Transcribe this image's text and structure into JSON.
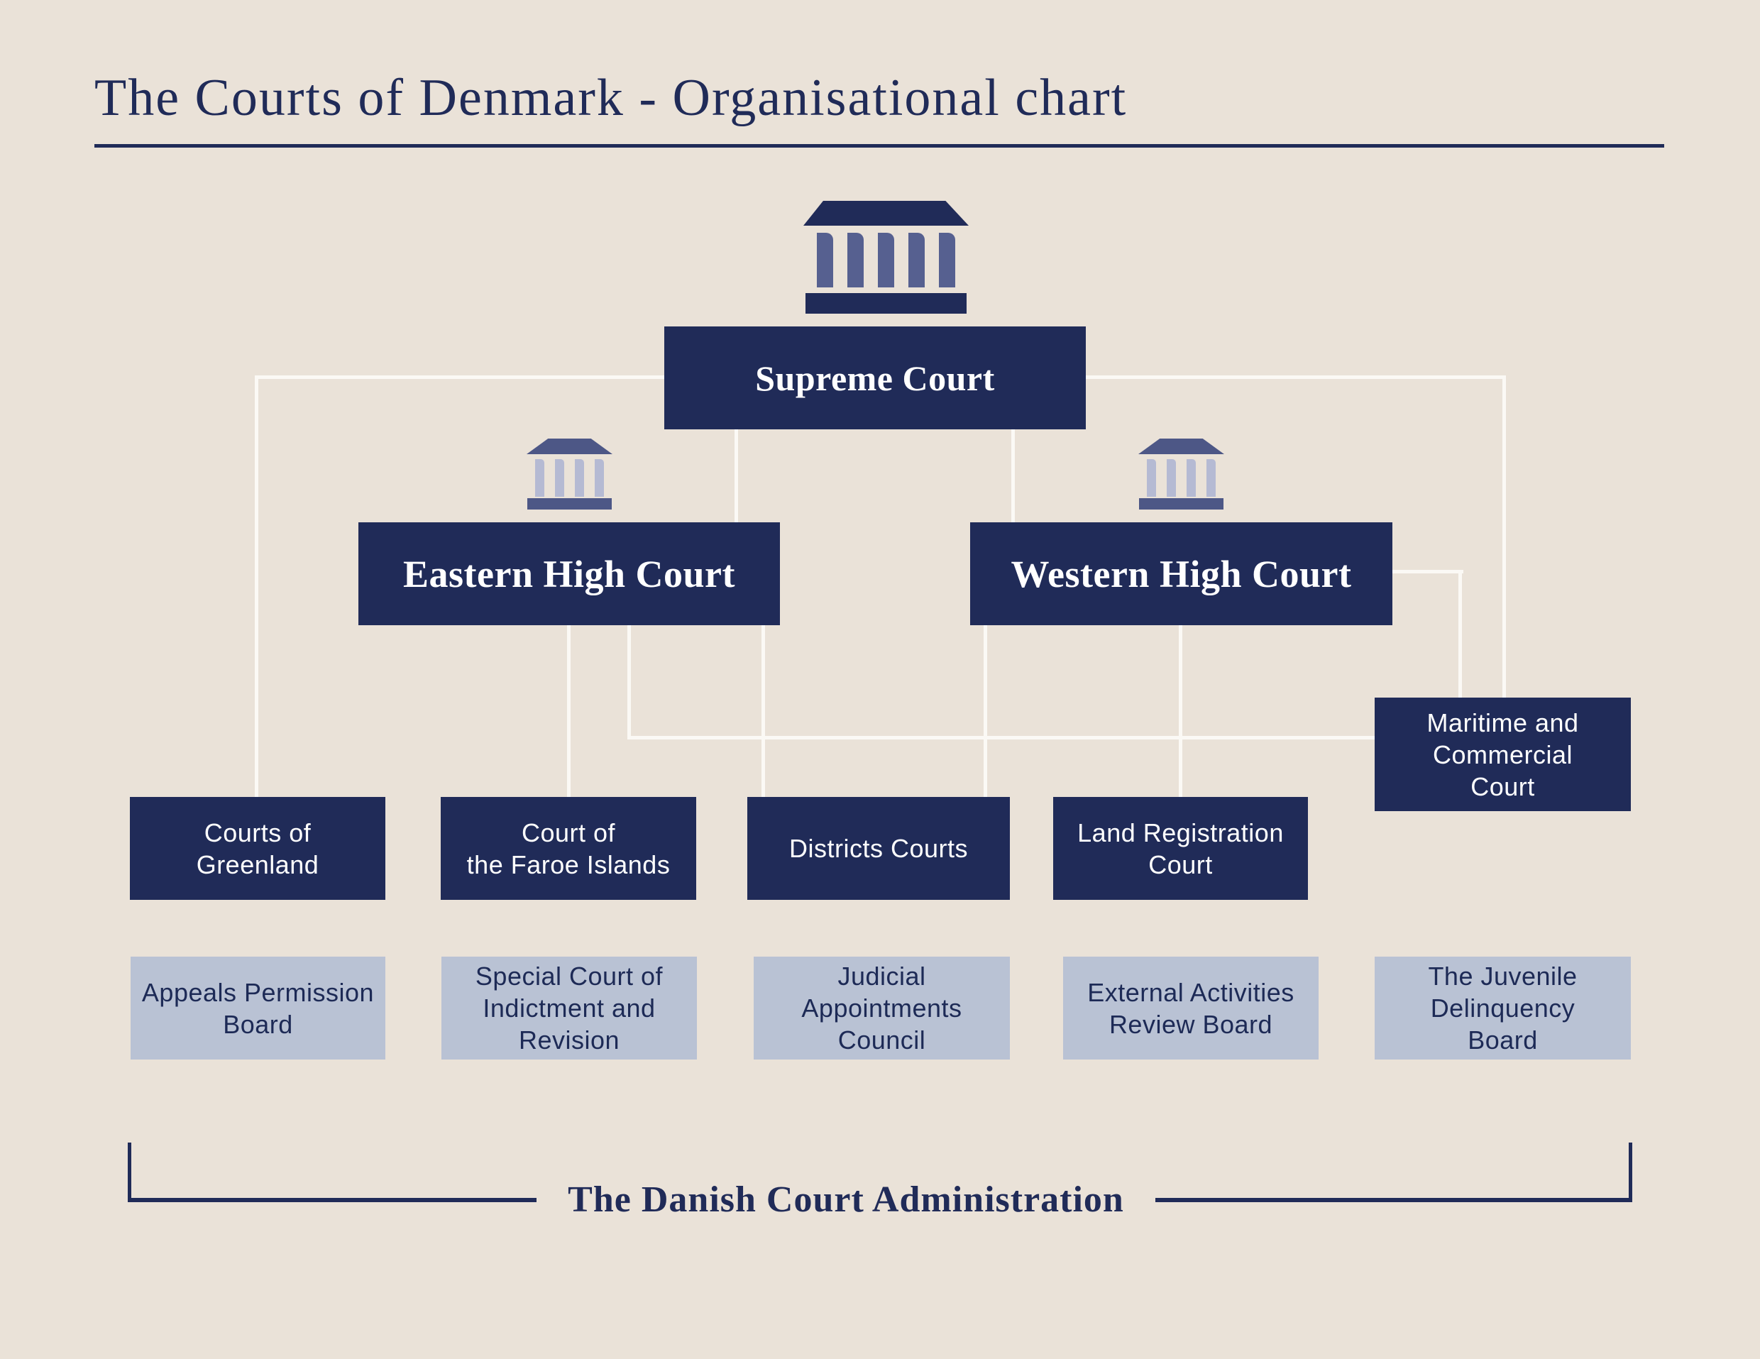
{
  "page": {
    "title": "The Courts of Denmark - Organisational chart",
    "footer_label": "The Danish Court Administration"
  },
  "colors": {
    "background": "#eae2d8",
    "navy": "#202b58",
    "light_box": "#b9c2d4",
    "connector_white": "#fbf9f5",
    "icon_column_slate": "#566090",
    "small_icon_roof": "#4d5786",
    "small_icon_column": "#b5bad3",
    "dark_text": "#1d2a56"
  },
  "nodes": {
    "supreme": {
      "label": "Supreme Court",
      "icon": "temple-icon-large"
    },
    "eastern": {
      "label": "Eastern High Court",
      "icon": "temple-icon-small"
    },
    "western": {
      "label": "Western High Court",
      "icon": "temple-icon-small"
    },
    "maritime": {
      "label": "Maritime and\nCommercial\nCourt"
    },
    "greenland": {
      "label": "Courts of\nGreenland"
    },
    "faroe": {
      "label": "Court of\nthe Faroe Islands"
    },
    "districts": {
      "label": "Districts Courts"
    },
    "land_registration": {
      "label": "Land Registration\nCourt"
    },
    "appeals_board": {
      "label": "Appeals Permission\nBoard"
    },
    "special_court": {
      "label": "Special Court of\nIndictment and\nRevision"
    },
    "judicial_council": {
      "label": "Judicial\nAppointments\nCouncil"
    },
    "external_board": {
      "label": "External Activities\nReview Board"
    },
    "juvenile_board": {
      "label": "The Juvenile\nDelinquency\nBoard"
    }
  }
}
